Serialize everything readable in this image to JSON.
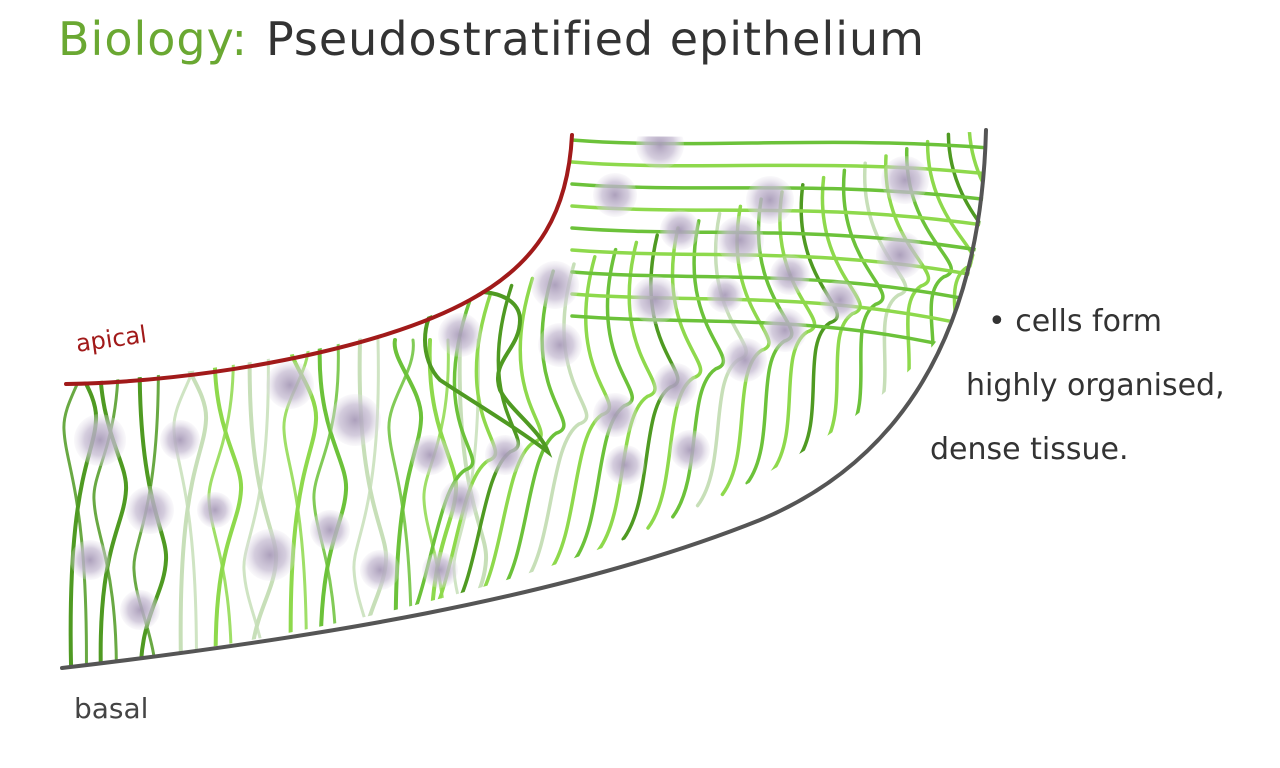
{
  "title": {
    "subject": "Biology",
    "separator": ":",
    "topic": "Pseudostratified epithelium"
  },
  "labels": {
    "apical": "apical",
    "basal": "basal"
  },
  "note": {
    "line1": "• cells form",
    "line2": "highly organised,",
    "line3": "dense tissue."
  },
  "colors": {
    "apical_line": "#a11a1a",
    "basal_line": "#555555",
    "cell_dark": "#4f9a22",
    "cell_mid": "#6cc23a",
    "cell_light": "#8ed94c",
    "cell_faint": "#c7dfb8",
    "nucleus": "#b9aec6",
    "title_green": "#6aa832"
  }
}
